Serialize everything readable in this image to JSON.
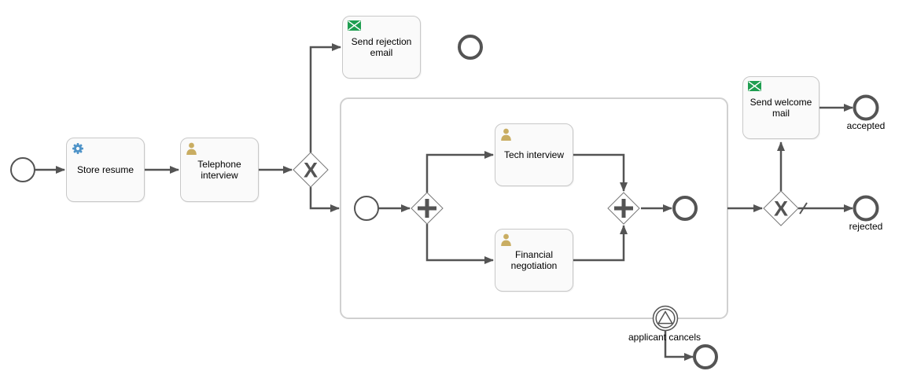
{
  "canvas": {
    "background": "#ffffff"
  },
  "colors": {
    "flow_line": "#545454",
    "task_fill": "#fafafa",
    "task_border": "#c8c8c8",
    "subprocess_border": "#d0d0d0",
    "gateway_border": "#787878",
    "service_icon_blue": "#4e93c8",
    "user_icon_tan": "#c9ad62",
    "send_icon_green": "#1e9e50"
  },
  "tasks": {
    "store_resume": {
      "label": "Store resume",
      "type": "service-task"
    },
    "telephone_interview": {
      "label": "Telephone interview",
      "type": "user-task"
    },
    "send_rejection_email": {
      "label": "Send rejection email",
      "type": "send-task"
    },
    "tech_interview": {
      "label": "Tech interview",
      "type": "user-task"
    },
    "financial_negotiation": {
      "label": "Financial negotiation",
      "type": "user-task"
    },
    "send_welcome_mail": {
      "label": "Send welcome mail",
      "type": "send-task"
    }
  },
  "gateways": {
    "exclusive_symbol": "X",
    "parallel_symbol": "+"
  },
  "labels": {
    "applicant_cancels": "applicant cancels",
    "accepted": "accepted",
    "rejected": "rejected"
  }
}
